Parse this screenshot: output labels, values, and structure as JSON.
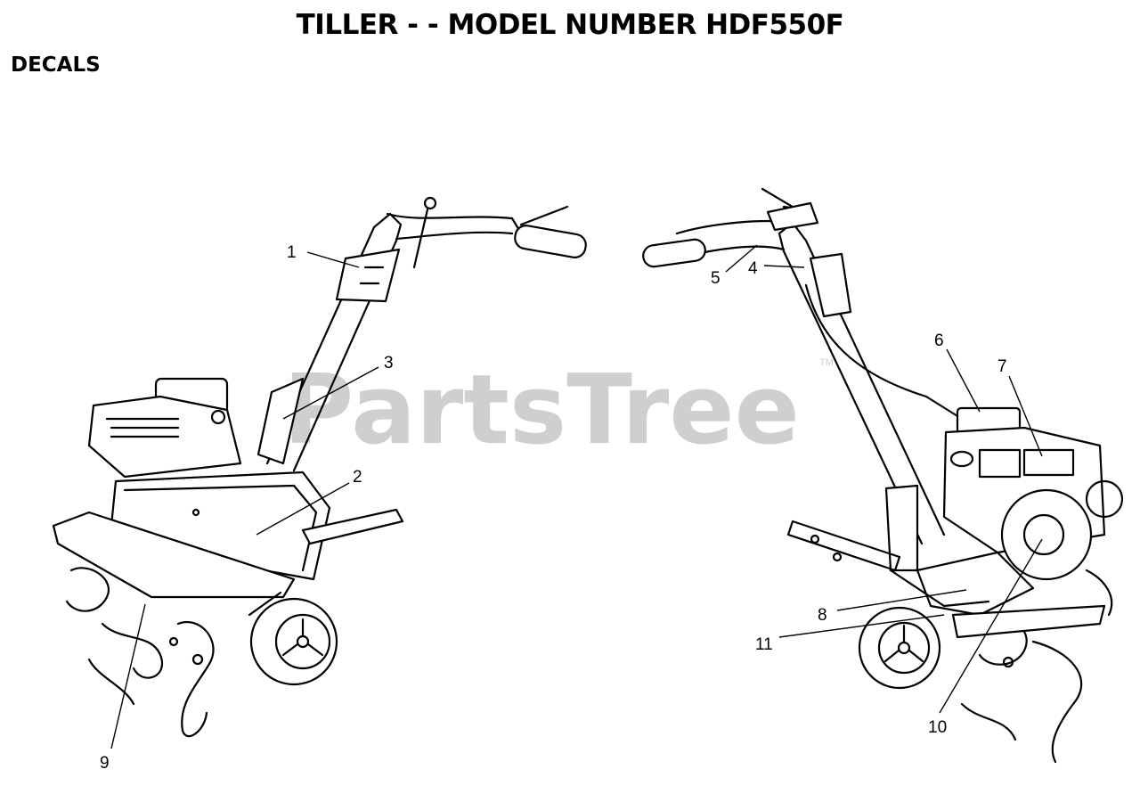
{
  "header": {
    "title": "TILLER - - MODEL NUMBER HDF550F",
    "section": "DECALS"
  },
  "watermark": {
    "text": "PartsTree",
    "trademark": "TM",
    "color": "#cfcfcf"
  },
  "callouts": [
    {
      "id": "1",
      "label": "1"
    },
    {
      "id": "2",
      "label": "2"
    },
    {
      "id": "3",
      "label": "3"
    },
    {
      "id": "4",
      "label": "4"
    },
    {
      "id": "5",
      "label": "5"
    },
    {
      "id": "6",
      "label": "6"
    },
    {
      "id": "7",
      "label": "7"
    },
    {
      "id": "8",
      "label": "8"
    },
    {
      "id": "9",
      "label": "9"
    },
    {
      "id": "10",
      "label": "10"
    },
    {
      "id": "11",
      "label": "11"
    }
  ]
}
